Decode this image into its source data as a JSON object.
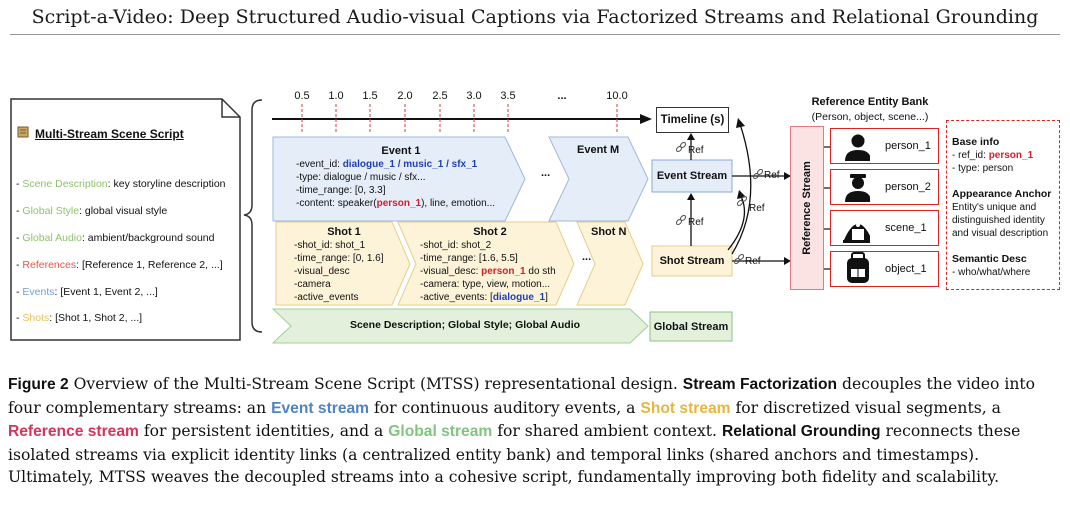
{
  "paper_title": "Script-a-Video: Deep Structured Audio-visual Captions via Factorized Streams and Relational Grounding",
  "script_card": {
    "title": "Multi-Stream Scene Script",
    "items": [
      {
        "key": "Scene Description",
        "value": ": key storyline description",
        "color": "#8fc26a"
      },
      {
        "key": "Global Style",
        "value": ": global visual style",
        "color": "#8fc26a"
      },
      {
        "key": "Global Audio",
        "value": ": ambient/background sound",
        "color": "#8fc26a"
      },
      {
        "key": "References",
        "value": ": [Reference 1, Reference 2, ...]",
        "color": "#e0574f"
      },
      {
        "key": "Events",
        "value": ": [Event 1, Event 2, ...]",
        "color": "#6f9fd8"
      },
      {
        "key": "Shots",
        "value": ": [Shot 1, Shot 2, ...]",
        "color": "#e7c25a"
      }
    ]
  },
  "timeline": {
    "ticks": [
      "0.5",
      "1.0",
      "1.5",
      "2.0",
      "2.5",
      "3.0",
      "3.5",
      "...",
      "10.0"
    ],
    "label": "Timeline (s)"
  },
  "event1": {
    "title": "Event 1",
    "id_label": "-event_id: ",
    "id_value": "dialogue_1 / music_1 / sfx_1",
    "type": "-type: dialogue / music / sfx...",
    "time": "-time_range: [0, 3.3]",
    "content_pre": "-content: speaker(",
    "content_ref": "person_1",
    "content_post": "), line, emotion..."
  },
  "event_more": "...",
  "event_m": "Event M",
  "shot1": {
    "title": "Shot 1",
    "lines": [
      "-shot_id: shot_1",
      "-time_range: [0, 1.6]",
      "-visual_desc",
      "-camera",
      "-active_events"
    ]
  },
  "shot2": {
    "title": "Shot 2",
    "id": "-shot_id: shot_2",
    "time": "-time_range: [1.6, 5.5]",
    "desc_pre": "-visual_desc: ",
    "desc_ref": "person_1",
    "desc_post": " do sth",
    "camera": "-camera: type, view, motion...",
    "events_pre": "-active_events: [",
    "events_ref": "dialogue_1",
    "events_post": "]"
  },
  "shot_more": "...",
  "shot_n": "Shot N",
  "global_bar": "Scene Description; Global Style; Global Audio",
  "streams": {
    "event": "Event Stream",
    "shot": "Shot Stream",
    "global": "Global Stream",
    "reference": "Reference Stream",
    "ref_label": "Ref"
  },
  "colors": {
    "event_fill": "#e5edf8",
    "shot_fill": "#fdf3d8",
    "global_fill": "#e2f0dc",
    "reference_fill": "#fbe3e4",
    "entity_border": "#dd2222"
  },
  "entity_bank": {
    "title": "Reference Entity Bank",
    "subtitle": "(Person, object, scene...)",
    "entities": [
      {
        "name": "person_1",
        "icon": "person-icon"
      },
      {
        "name": "person_2",
        "icon": "person-icon"
      },
      {
        "name": "scene_1",
        "icon": "scene-icon"
      },
      {
        "name": "object_1",
        "icon": "backpack-icon"
      }
    ]
  },
  "info_box": {
    "base_title": "Base info",
    "base_ref_pre": "- ref_id: ",
    "base_ref_val": "person_1",
    "base_type": "- type: person",
    "anchor_title": "Appearance Anchor",
    "anchor_lines": [
      "Entity's unique and",
      "distinguished identity",
      "and visual description"
    ],
    "semantic_title": "Semantic Desc",
    "semantic_line": " - who/what/where"
  },
  "caption": {
    "fig": "Figure 2",
    "p1": " Overview of the Multi-Stream Scene Script (MTSS) representational design. ",
    "sf": "Stream Factorization",
    "p2": " decouples the video into four complementary streams: an ",
    "event": "Event stream",
    "p3": " for continuous auditory events, a ",
    "shot": "Shot stream",
    "p4": " for discretized visual segments, a ",
    "ref": "Reference stream",
    "p5": " for persistent identities, and a ",
    "global": "Global stream",
    "p6": " for shared ambient context. ",
    "rg": "Relational Grounding",
    "p7": " reconnects these isolated streams via explicit identity links (a centralized entity bank) and temporal links (shared anchors and timestamps). Ultimately, MTSS weaves the decoupled streams into a cohesive script, fundamentally improving both fidelity and scalability."
  }
}
